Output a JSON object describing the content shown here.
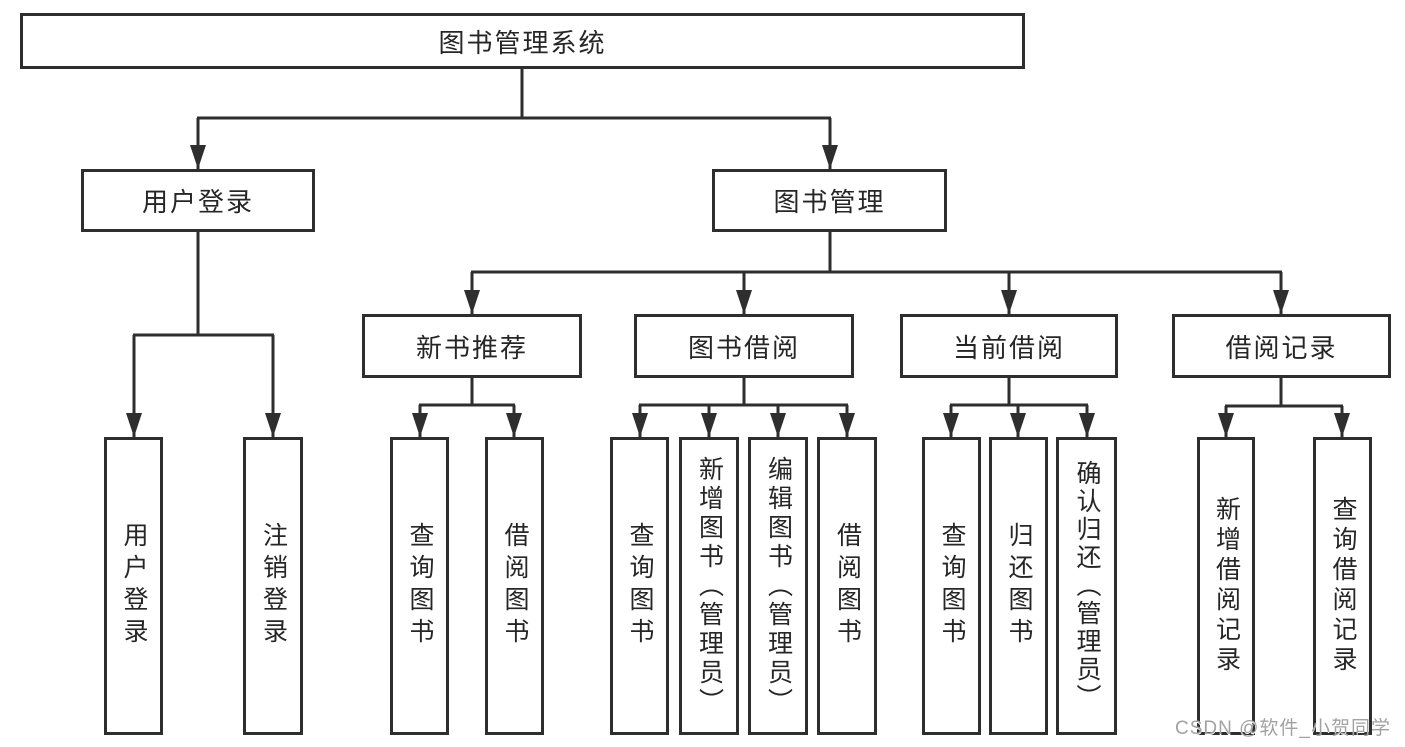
{
  "diagram": {
    "root": {
      "label": "图书管理系统"
    },
    "level2": [
      {
        "id": "user-login",
        "label": "用户登录"
      },
      {
        "id": "book-management",
        "label": "图书管理"
      }
    ],
    "level3": [
      {
        "id": "new-book-recommendation",
        "label": "新书推荐",
        "parent": "图书管理"
      },
      {
        "id": "book-borrowing",
        "label": "图书借阅",
        "parent": "图书管理"
      },
      {
        "id": "current-borrowing",
        "label": "当前借阅",
        "parent": "图书管理"
      },
      {
        "id": "borrowing-records",
        "label": "借阅记录",
        "parent": "图书管理"
      }
    ],
    "leaves": [
      {
        "id": "user-login-leaf",
        "label": "用户登录",
        "parent": "用户登录"
      },
      {
        "id": "logout",
        "label": "注销登录",
        "parent": "用户登录"
      },
      {
        "id": "query-books-recommend",
        "label": "查询图书",
        "parent": "新书推荐"
      },
      {
        "id": "borrow-books-recommend",
        "label": "借阅图书",
        "parent": "新书推荐"
      },
      {
        "id": "query-books-borrowing",
        "label": "查询图书",
        "parent": "图书借阅"
      },
      {
        "id": "add-books-admin",
        "label": "新增图书（管理员）",
        "parent": "图书借阅"
      },
      {
        "id": "edit-books-admin",
        "label": "编辑图书（管理员）",
        "parent": "图书借阅"
      },
      {
        "id": "borrow-books-borrowing",
        "label": "借阅图书",
        "parent": "图书借阅"
      },
      {
        "id": "query-books-current",
        "label": "查询图书",
        "parent": "当前借阅"
      },
      {
        "id": "return-books",
        "label": "归还图书",
        "parent": "当前借阅"
      },
      {
        "id": "confirm-return-admin",
        "label": "确认归还（管理员）",
        "parent": "当前借阅"
      },
      {
        "id": "add-borrow-record",
        "label": "新增借阅记录",
        "parent": "借阅记录"
      },
      {
        "id": "query-borrow-record",
        "label": "查询借阅记录",
        "parent": "借阅记录"
      }
    ],
    "watermark": "CSDN @软件_小贺同学",
    "colors": {
      "line": "#2e2e2e",
      "text": "#262626",
      "background": "#ffffff",
      "watermark": "#a2a2a2"
    }
  }
}
